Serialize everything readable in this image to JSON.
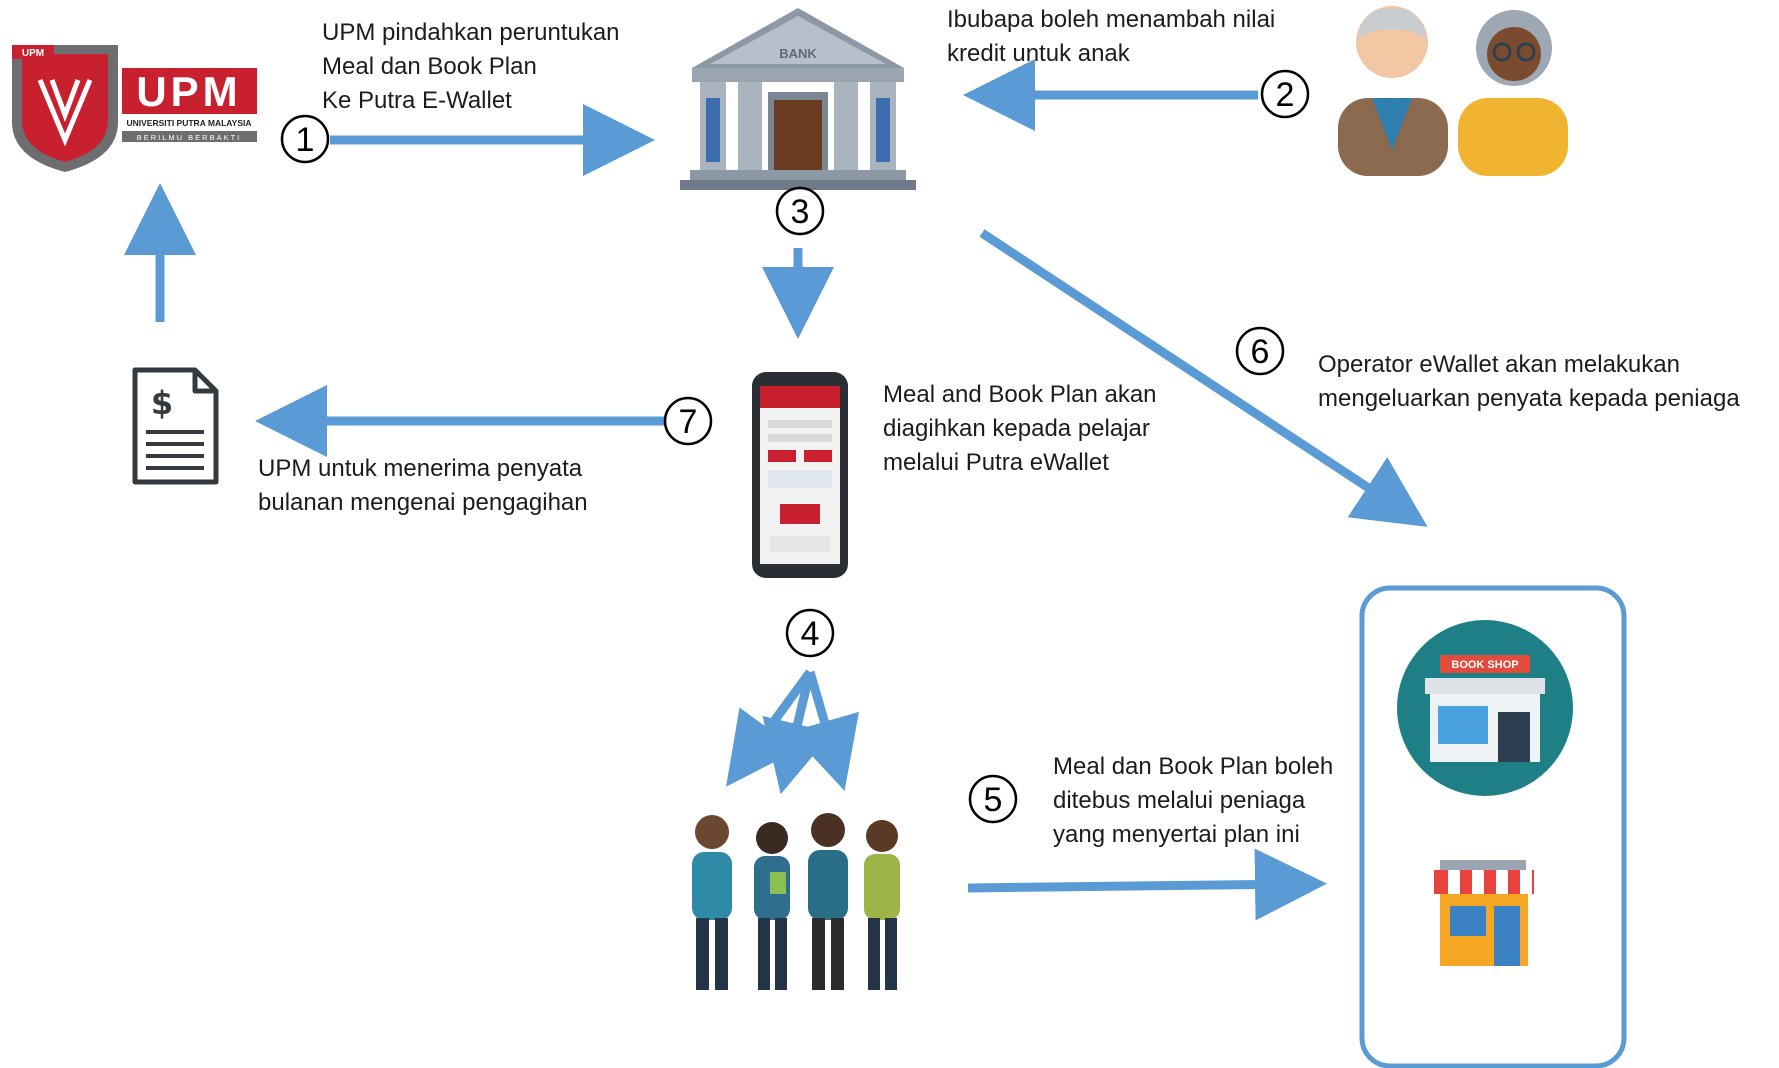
{
  "logo": {
    "text": "UPM",
    "badge_text": "UPM",
    "subtitle": "UNIVERSITI PUTRA MALAYSIA",
    "tagline": "BERILMU BERBAKTI"
  },
  "bank": {
    "sign": "BANK"
  },
  "bookshop": {
    "sign": "BOOK SHOP"
  },
  "steps": {
    "s1": {
      "num": "1",
      "lines": [
        "UPM pindahkan peruntukan",
        "Meal dan Book Plan",
        "Ke Putra E-Wallet"
      ]
    },
    "s2": {
      "num": "2",
      "lines": [
        "Ibubapa boleh menambah nilai",
        "kredit untuk anak"
      ]
    },
    "s3": {
      "num": "3"
    },
    "s4": {
      "num": "4"
    },
    "s5": {
      "num": "5",
      "lines": [
        "Meal dan Book Plan boleh",
        "ditebus melalui peniaga",
        "yang menyertai plan ini"
      ]
    },
    "s6": {
      "num": "6",
      "lines": [
        "Operator eWallet akan melakukan",
        "mengeluarkan penyata kepada peniaga"
      ]
    },
    "s7": {
      "num": "7",
      "lines": [
        "UPM untuk menerima penyata",
        "bulanan mengenai pengagihan"
      ]
    },
    "phone_text": [
      "Meal and Book Plan akan",
      "diagihkan  kepada pelajar",
      "melalui Putra eWallet"
    ]
  },
  "colors": {
    "arrow": "#5b9bd5",
    "upm_red": "#c8202f",
    "bank_grey": "#8f9aa6",
    "shop_teal": "#1f7f86",
    "merchant_border": "#5b9bd5"
  },
  "icons": [
    "upm-logo",
    "bank-icon",
    "parents-icon",
    "phone-icon",
    "invoice-icon",
    "students-icon",
    "bookshop-icon",
    "shop-icon"
  ]
}
